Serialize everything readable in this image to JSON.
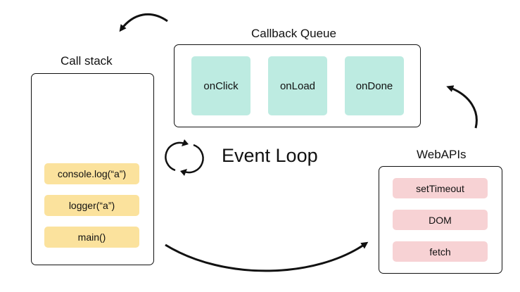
{
  "call_stack": {
    "title": "Call stack",
    "frames": [
      "console.log(“a”)",
      "logger(“a”)",
      "main()"
    ]
  },
  "callback_queue": {
    "title": "Callback Queue",
    "items": [
      "onClick",
      "onLoad",
      "onDone"
    ]
  },
  "web_apis": {
    "title": "WebAPIs",
    "items": [
      "setTimeout",
      "DOM",
      "fetch"
    ]
  },
  "event_loop": {
    "label": "Event Loop"
  },
  "colors": {
    "stack_item": "#fbe29d",
    "queue_item": "#bdebe1",
    "api_item": "#f7d2d4",
    "stroke": "#111111"
  }
}
